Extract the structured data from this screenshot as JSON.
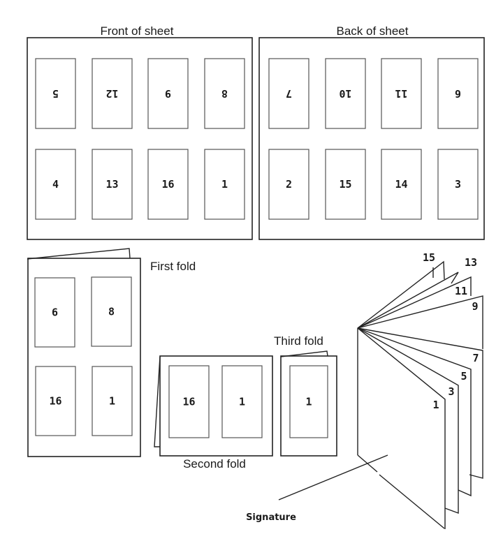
{
  "labels": {
    "front": "Front of sheet",
    "back": "Back of sheet",
    "first_fold": "First fold",
    "second_fold": "Second fold",
    "third_fold": "Third fold",
    "signature": "Signature"
  },
  "front_sheet": {
    "top_row": [
      {
        "page": "5",
        "inverted": true
      },
      {
        "page": "12",
        "inverted": true
      },
      {
        "page": "9",
        "inverted": true
      },
      {
        "page": "8",
        "inverted": true
      }
    ],
    "bottom_row": [
      {
        "page": "4",
        "inverted": false
      },
      {
        "page": "13",
        "inverted": false
      },
      {
        "page": "16",
        "inverted": false
      },
      {
        "page": "1",
        "inverted": false
      }
    ]
  },
  "back_sheet": {
    "top_row": [
      {
        "page": "7",
        "inverted": true
      },
      {
        "page": "10",
        "inverted": true
      },
      {
        "page": "11",
        "inverted": true
      },
      {
        "page": "6",
        "inverted": true
      }
    ],
    "bottom_row": [
      {
        "page": "2",
        "inverted": false
      },
      {
        "page": "15",
        "inverted": false
      },
      {
        "page": "14",
        "inverted": false
      },
      {
        "page": "3",
        "inverted": false
      }
    ]
  },
  "first_fold": {
    "pages": [
      {
        "page": "6"
      },
      {
        "page": "8"
      },
      {
        "page": "16"
      },
      {
        "page": "1"
      }
    ]
  },
  "second_fold": {
    "pages": [
      {
        "page": "16"
      },
      {
        "page": "1"
      }
    ]
  },
  "third_fold": {
    "pages": [
      {
        "page": "1"
      }
    ]
  },
  "signature_pages": {
    "upper_leaves": [
      "15",
      "13",
      "11",
      "9"
    ],
    "lower_leaves": [
      "7",
      "5",
      "3",
      "1"
    ]
  }
}
